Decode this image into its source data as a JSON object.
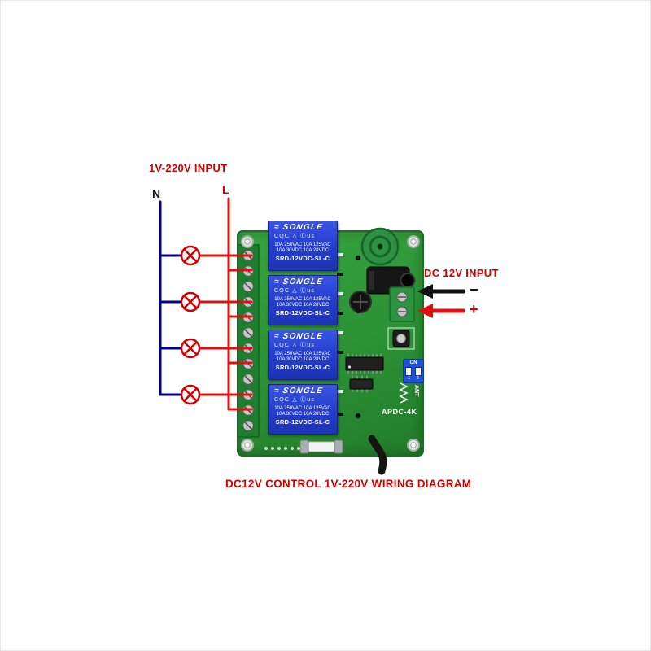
{
  "diagram": {
    "caption": "DC12V CONTROL 1V-220V WIRING DIAGRAM",
    "ac_input_label": "1V-220V INPUT",
    "neutral_label": "N",
    "line_label": "L",
    "dc_input_label": "DC 12V INPUT",
    "dc_minus_label": "−",
    "dc_plus_label": "+"
  },
  "board": {
    "model_label": "APDC-4K",
    "ant_label": "ANT",
    "dip_switch": {
      "on_label": "ON",
      "pin1_label": "1",
      "pin2_label": "2"
    }
  },
  "relays": [
    {
      "brand_mark": "≈",
      "brand": "SONGLE",
      "certs": "CQC △ Ⓤus",
      "ratings_line1": "10A 250VAC 10A 125VAC",
      "ratings_line2": "10A 30VDC 10A 28VDC",
      "model": "SRD-12VDC-SL-C"
    },
    {
      "brand_mark": "≈",
      "brand": "SONGLE",
      "certs": "CQC △ Ⓤus",
      "ratings_line1": "10A 250VAC 10A 125VAC",
      "ratings_line2": "10A 30VDC 10A 28VDC",
      "model": "SRD-12VDC-SL-C"
    },
    {
      "brand_mark": "≈",
      "brand": "SONGLE",
      "certs": "CQC △ Ⓤus",
      "ratings_line1": "10A 250VAC 10A 125VAC",
      "ratings_line2": "10A 30VDC 10A 28VDC",
      "model": "SRD-12VDC-SL-C"
    },
    {
      "brand_mark": "≈",
      "brand": "SONGLE",
      "certs": "CQC △ Ⓤus",
      "ratings_line1": "10A 250VAC 10A 125VAC",
      "ratings_line2": "10A 30VDC 10A 28VDC",
      "model": "SRD-12VDC-SL-C"
    }
  ],
  "colors": {
    "pcb_green": "#2b9134",
    "relay_blue": "#2640cf",
    "neutral_wire_blue": "#00008b",
    "line_wire_red": "#e01010",
    "label_red": "#d20000"
  }
}
